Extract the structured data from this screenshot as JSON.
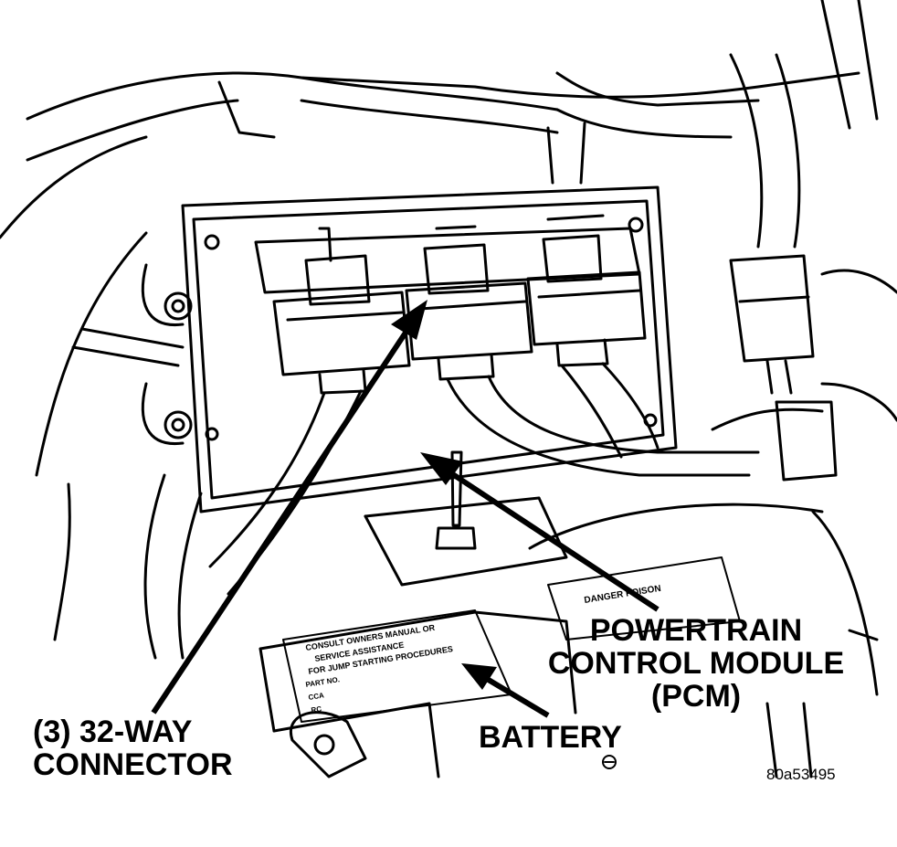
{
  "labels": {
    "connector": [
      "(3) 32-WAY",
      "CONNECTOR"
    ],
    "pcm": [
      "POWERTRAIN",
      "CONTROL MODULE",
      "(PCM)"
    ],
    "battery": "BATTERY",
    "figure_code": "80a53495"
  },
  "battery_decal": {
    "lines": [
      "CONSULT OWNERS MANUAL OR",
      "SERVICE ASSISTANCE",
      "FOR JUMP STARTING PROCEDURES"
    ],
    "rows": [
      "PART NO.",
      "CCA",
      "RC"
    ]
  },
  "warning_decal": {
    "title": "DANGER  POISON"
  },
  "colors": {
    "ink": "#000000",
    "paper": "#ffffff"
  }
}
